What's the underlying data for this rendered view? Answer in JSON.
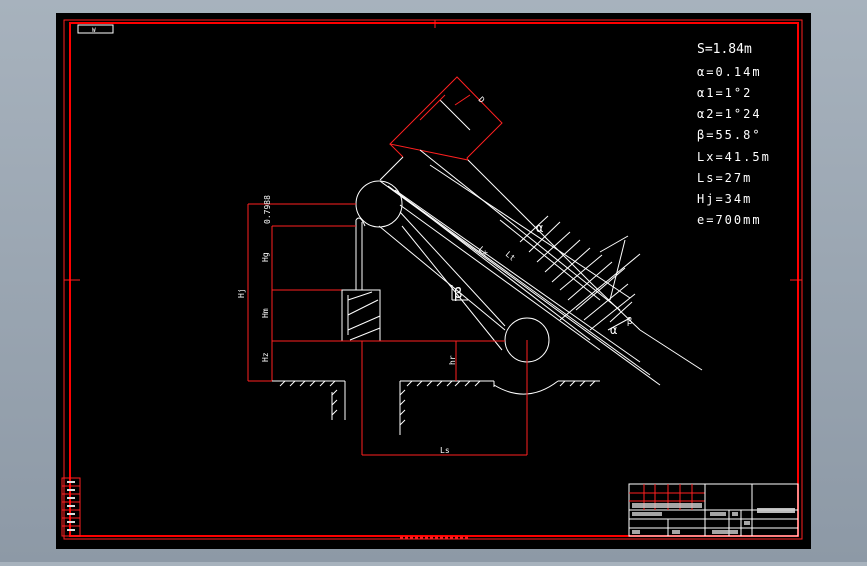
{
  "drawing": {
    "corner_tag": "W",
    "parameters": [
      {
        "id": "s",
        "text": "S=1.84m"
      },
      {
        "id": "alpha",
        "text": "α=0.14m"
      },
      {
        "id": "alpha1",
        "text": "α1=1°2"
      },
      {
        "id": "alpha2",
        "text": "α2=1°24"
      },
      {
        "id": "beta",
        "text": "β=55.8°"
      },
      {
        "id": "lx",
        "text": "Lx=41.5m"
      },
      {
        "id": "ls",
        "text": "Ls=27m"
      },
      {
        "id": "hj",
        "text": "Hj=34m"
      },
      {
        "id": "e",
        "text": "e=700mm"
      }
    ],
    "labels": {
      "beta_angle": "β",
      "alpha_main": "α",
      "alpha_lower": "α",
      "beta_small": "β",
      "lx_diag": "Lx",
      "lt": "Lt",
      "ls_bottom": "Ls",
      "h_left": "Hj",
      "hg": "Hg",
      "hz": "Hz",
      "hm": "Hm",
      "hr": "hr",
      "dim_0_7988": "0.7988"
    },
    "colors": {
      "background": "#000000",
      "frame": "#ff0000",
      "lines": "#ffffff",
      "dimensions": "#ff2020"
    }
  }
}
